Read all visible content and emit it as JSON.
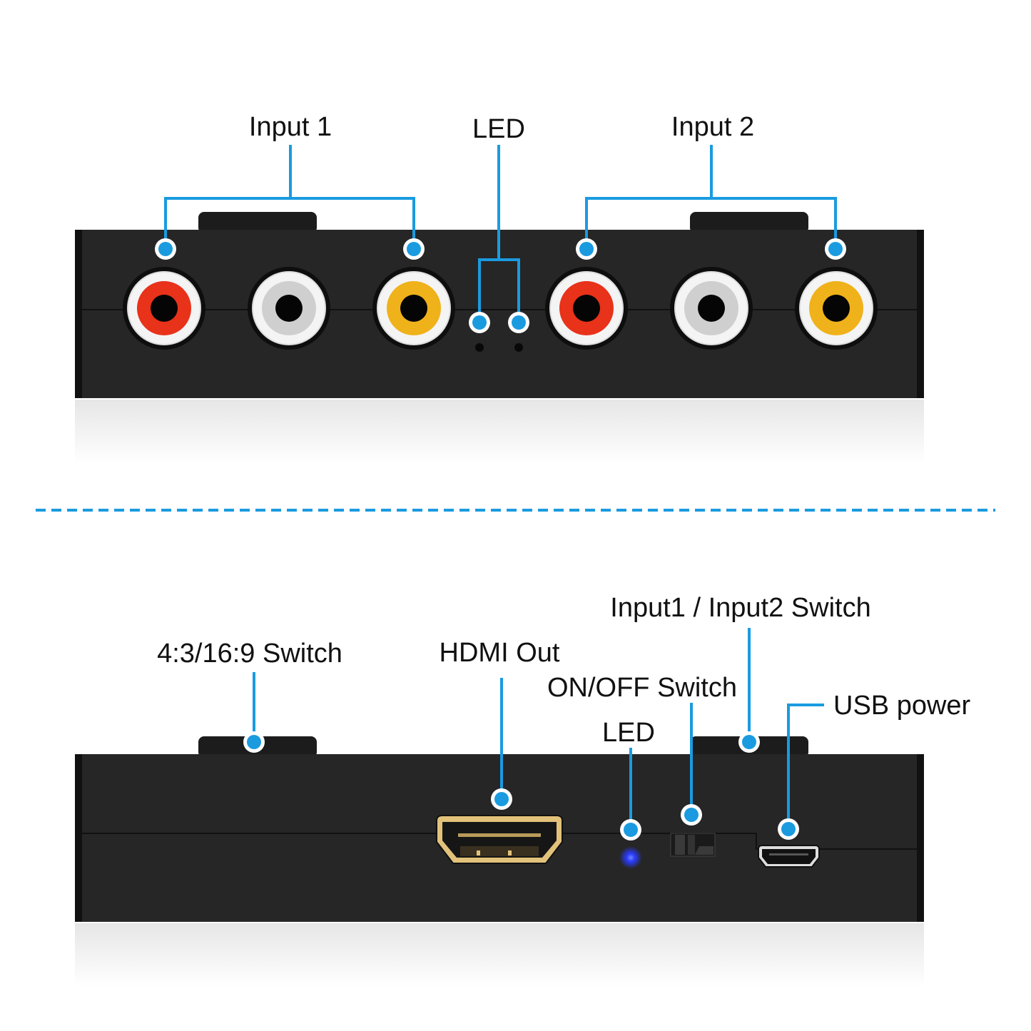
{
  "colors": {
    "callout": "#1a9be0",
    "device_body": "#262626",
    "jack_red": "#e8321a",
    "jack_white": "#cfcfcf",
    "jack_yellow": "#f0b21a",
    "led_blue": "#2a3cff",
    "hdmi_gold": "#d9b56a"
  },
  "top_view": {
    "labels": {
      "input1": "Input 1",
      "led": "LED",
      "input2": "Input 2"
    },
    "jacks": [
      {
        "group": "input1",
        "color": "red"
      },
      {
        "group": "input1",
        "color": "white"
      },
      {
        "group": "input1",
        "color": "yellow"
      },
      {
        "group": "input2",
        "color": "red"
      },
      {
        "group": "input2",
        "color": "white"
      },
      {
        "group": "input2",
        "color": "yellow"
      }
    ]
  },
  "bottom_view": {
    "labels": {
      "aspect_switch": "4:3/16:9 Switch",
      "hdmi_out": "HDMI Out",
      "input_switch": "Input1 / Input2 Switch",
      "power_switch": "ON/OFF Switch",
      "led": "LED",
      "usb_power": "USB power"
    }
  }
}
